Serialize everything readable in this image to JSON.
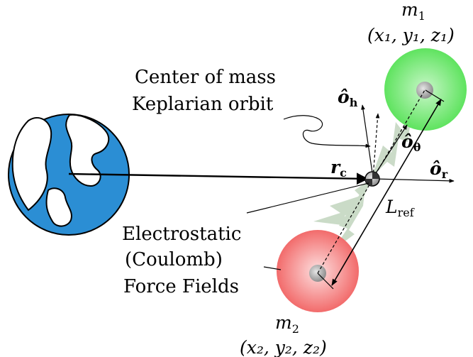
{
  "mass1": {
    "name": "m",
    "index": "1",
    "coords": "(x₁, y₁, z₁)",
    "color": "#5fe35f"
  },
  "mass2": {
    "name": "m",
    "index": "2",
    "coords": "(x₂, y₂, z₂)",
    "color": "#f26b6b"
  },
  "labels": {
    "com_line1": "Center of mass",
    "com_line2": "Keplarian orbit",
    "force_line1": "Electrostatic",
    "force_line2": "(Coulomb)",
    "force_line3": "Force Fields",
    "rc_main": "r",
    "rc_sub": "c",
    "or_main": "ô",
    "or_sub": "r",
    "oh_main": "ô",
    "oh_sub": "h",
    "otheta_main": "ô",
    "otheta_sub": "θ",
    "lref_main": "L",
    "lref_sub": "ref"
  },
  "colors": {
    "earth_ocean": "#2b8ed4",
    "earth_land": "#ffffff",
    "field": "#b9cfb5",
    "line": "#000000"
  }
}
